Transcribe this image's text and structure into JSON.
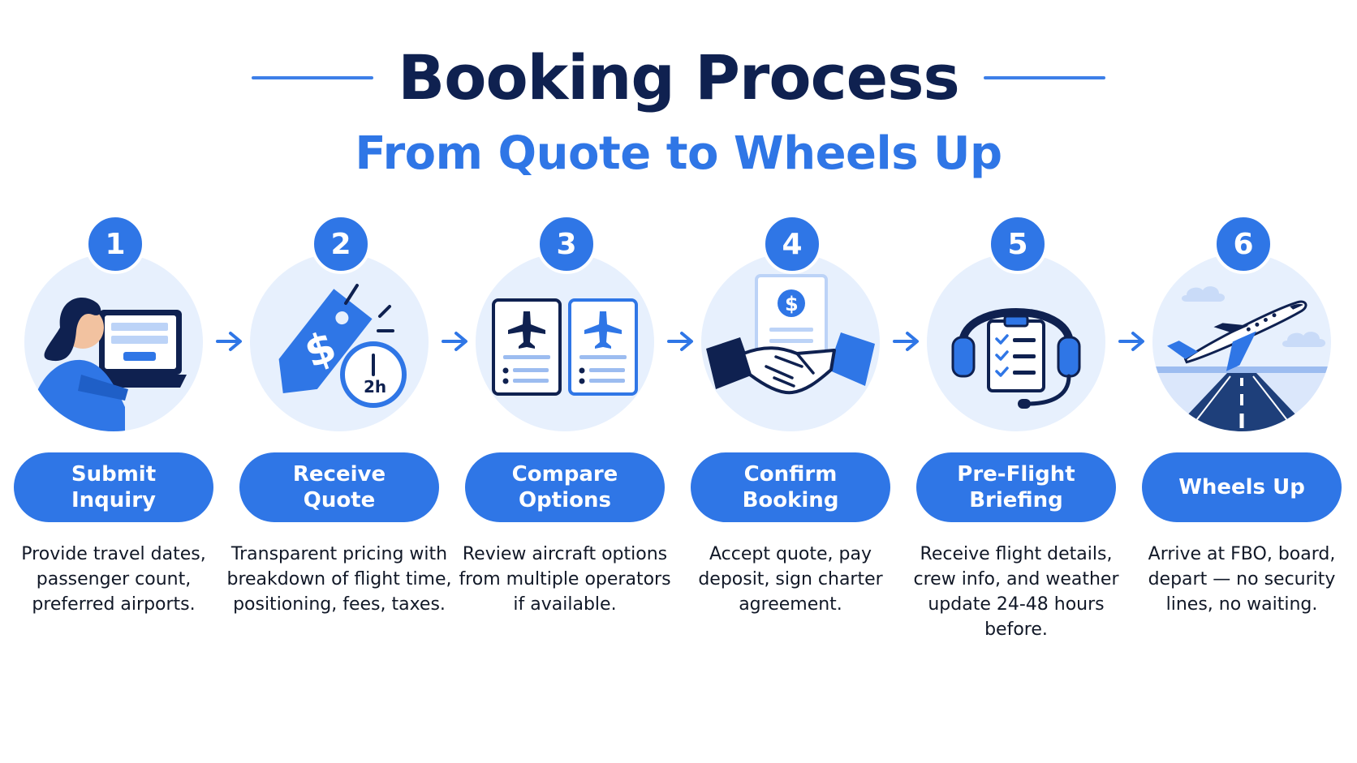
{
  "header": {
    "title": "Booking Process",
    "subtitle": "From Quote to Wheels Up"
  },
  "steps": [
    {
      "number": "1",
      "label": "Submit Inquiry",
      "description": "Provide travel dates, passenger count, preferred airports.",
      "icon": "person-laptop-icon"
    },
    {
      "number": "2",
      "label": "Receive Quote",
      "description": "Transparent pricing with breakdown of flight time, positioning, fees, taxes.",
      "icon": "price-tag-clock-icon",
      "clock_text": "2h"
    },
    {
      "number": "3",
      "label": "Compare Options",
      "description": "Review aircraft options from multiple operators if available.",
      "icon": "aircraft-cards-icon"
    },
    {
      "number": "4",
      "label": "Confirm Booking",
      "description": "Accept quote, pay deposit, sign charter agreement.",
      "icon": "handshake-document-icon"
    },
    {
      "number": "5",
      "label": "Pre-Flight Briefing",
      "description": "Receive flight details, crew info, and weather update 24-48 hours before.",
      "icon": "headset-checklist-icon"
    },
    {
      "number": "6",
      "label": "Wheels Up",
      "description": "Arrive at FBO, board, depart — no security lines, no waiting.",
      "icon": "jet-runway-icon"
    }
  ],
  "colors": {
    "accent": "#2f76e6",
    "navy": "#0f2150",
    "light_circle": "#e7f0fd"
  }
}
